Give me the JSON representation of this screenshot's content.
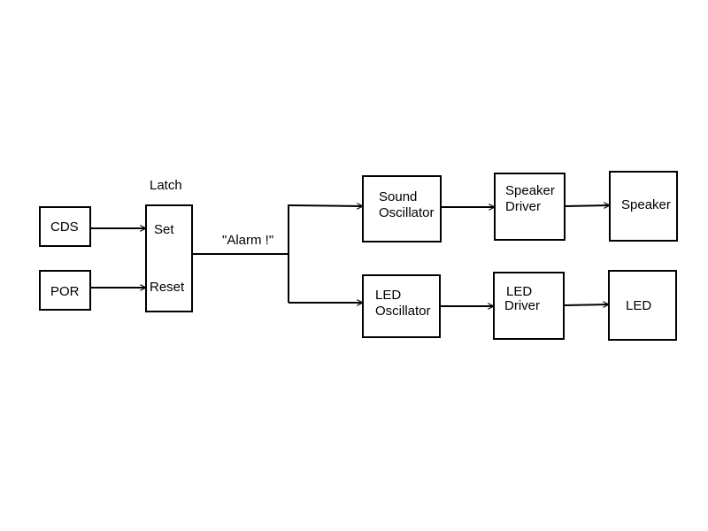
{
  "colors": {
    "line": "#000000",
    "background": "#ffffff"
  },
  "blocks": {
    "cds": {
      "label": "CDS"
    },
    "por": {
      "label": "POR"
    },
    "latch": {
      "title": "Latch",
      "set_label": "Set",
      "reset_label": "Reset"
    },
    "alarm_signal": {
      "label": "\"Alarm !\""
    },
    "sound_oscillator": {
      "line1": "Sound",
      "line2": "Oscillator"
    },
    "speaker_driver": {
      "line1": "Speaker",
      "line2": "Driver"
    },
    "speaker": {
      "label": "Speaker"
    },
    "led_oscillator": {
      "line1": "LED",
      "line2": "Oscillator"
    },
    "led_driver": {
      "line1": "LED",
      "line2": "Driver"
    },
    "led": {
      "label": "LED"
    }
  }
}
